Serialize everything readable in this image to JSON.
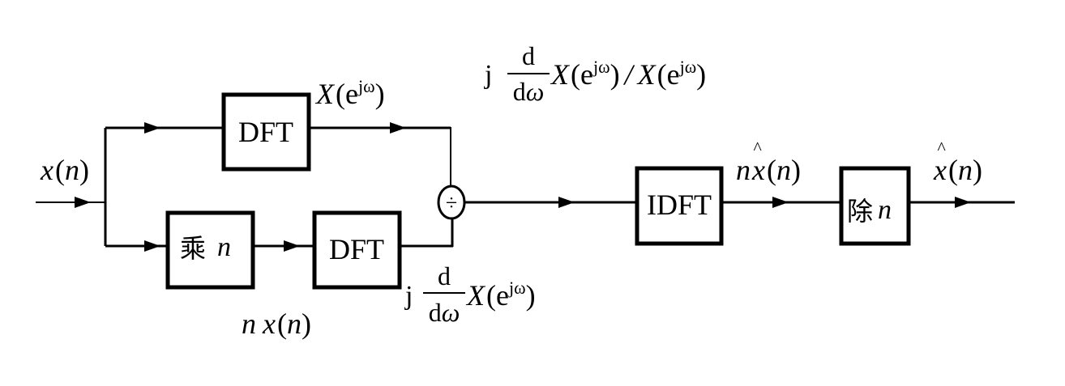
{
  "diagram": {
    "type": "block-diagram",
    "input_label": {
      "var": "x",
      "open": "(",
      "arg": "n",
      "close": ")"
    },
    "blocks": [
      {
        "id": "dft_top",
        "label": "DFT"
      },
      {
        "id": "mult_n",
        "label_cjk": "乘",
        "label_var": "n"
      },
      {
        "id": "dft_bottom",
        "label": "DFT"
      },
      {
        "id": "divider",
        "symbol": "÷"
      },
      {
        "id": "idft",
        "label": "IDFT"
      },
      {
        "id": "div_n",
        "label_cjk": "除",
        "label_var": "n"
      }
    ],
    "signals": {
      "top_dft_out": {
        "X": "X",
        "open": "(",
        "e": "e",
        "sup": "jω",
        "close": ")"
      },
      "nx": {
        "n": "n",
        "x": "x",
        "open": "(",
        "arg": "n",
        "close": ")"
      },
      "bottom_dft_out": {
        "j": "j",
        "num": "d",
        "den": "dω",
        "X": "X",
        "open": "(",
        "e": "e",
        "sup": "jω",
        "close": ")"
      },
      "ratio": {
        "j": "j",
        "num": "d",
        "den": "dω",
        "X": "X",
        "open": "(",
        "e": "e",
        "sup": "jω",
        "close": ")",
        "slash": "/",
        "X2": "X",
        "open2": "(",
        "e2": "e",
        "sup2": "jω",
        "close2": ")"
      },
      "idft_out": {
        "n": "n",
        "xhat": "x",
        "hat": "^",
        "open": "(",
        "arg": "n",
        "close": ")"
      },
      "output": {
        "xhat": "x",
        "hat": "^",
        "open": "(",
        "arg": "n",
        "close": ")"
      }
    },
    "connections": [
      [
        "input",
        "dft_top"
      ],
      [
        "input",
        "mult_n"
      ],
      [
        "mult_n",
        "dft_bottom"
      ],
      [
        "dft_top",
        "divider"
      ],
      [
        "dft_bottom",
        "divider"
      ],
      [
        "divider",
        "idft"
      ],
      [
        "idft",
        "div_n"
      ],
      [
        "div_n",
        "output"
      ]
    ]
  }
}
